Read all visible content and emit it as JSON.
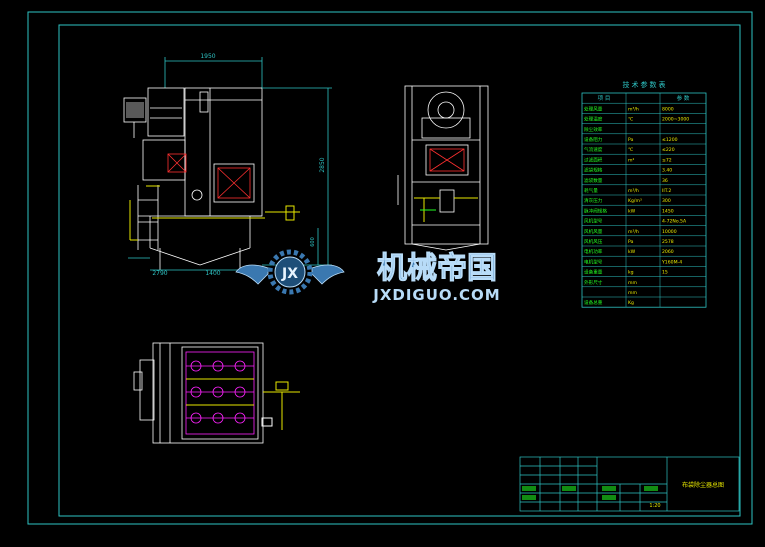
{
  "dims": {
    "top_width": "1950",
    "height_right": "2850",
    "bottom_left": "2790",
    "bottom_width": "1400",
    "small_right": "600"
  },
  "table": {
    "title": "技术参数表",
    "header": [
      "项 目",
      "",
      "参 数"
    ],
    "rows": [
      [
        "处理风量",
        "m³/h",
        "8000"
      ],
      [
        "处理温度",
        "℃",
        "2000~3000"
      ],
      [
        "除尘效率",
        "",
        ""
      ],
      [
        "设备阻力",
        "Pa",
        "≤1200"
      ],
      [
        "气流速度",
        "℃",
        "≤220"
      ],
      [
        "过滤面积",
        "m²",
        "≤72"
      ],
      [
        "滤袋规格",
        "",
        "3.40"
      ],
      [
        "滤袋数量",
        "",
        "36"
      ],
      [
        "耗气量",
        "m³/h",
        "IIT.2"
      ],
      [
        "清灰压力",
        "Kg/m³",
        "300"
      ],
      [
        "脉冲阀规格",
        "kW",
        "1450"
      ],
      [
        "风机型号",
        "",
        "4-72No.5A"
      ],
      [
        "风机风量",
        "m³/h",
        "10000"
      ],
      [
        "风机风压",
        "Pa",
        "2578"
      ],
      [
        "电机功率",
        "kW",
        "2060"
      ],
      [
        "电机型号",
        "",
        "Y160M-4"
      ],
      [
        "设备重量",
        "kg",
        "15"
      ],
      [
        "外形尺寸",
        "mm",
        ""
      ],
      [
        "",
        "mm",
        ""
      ],
      [
        "设备总重",
        "Kg",
        ""
      ]
    ]
  },
  "watermark": {
    "logo_letters": "JX",
    "brand_cn": "机械帝国",
    "brand_url": "JXDIGUO.COM"
  },
  "title_block": {
    "drawing_name": "布袋除尘器总图",
    "scale": "1:20"
  },
  "colors": {
    "frame": "#2ec4c4",
    "outline": "#ffffff",
    "dimension": "#2ec4c4",
    "bag": "#ff22ff",
    "pipe": "#e8e800",
    "accent_red": "#ff3030",
    "accent_green": "#22ff22",
    "watermark_blue": "#3a78b0",
    "watermark_text": "#b8dcf8"
  }
}
